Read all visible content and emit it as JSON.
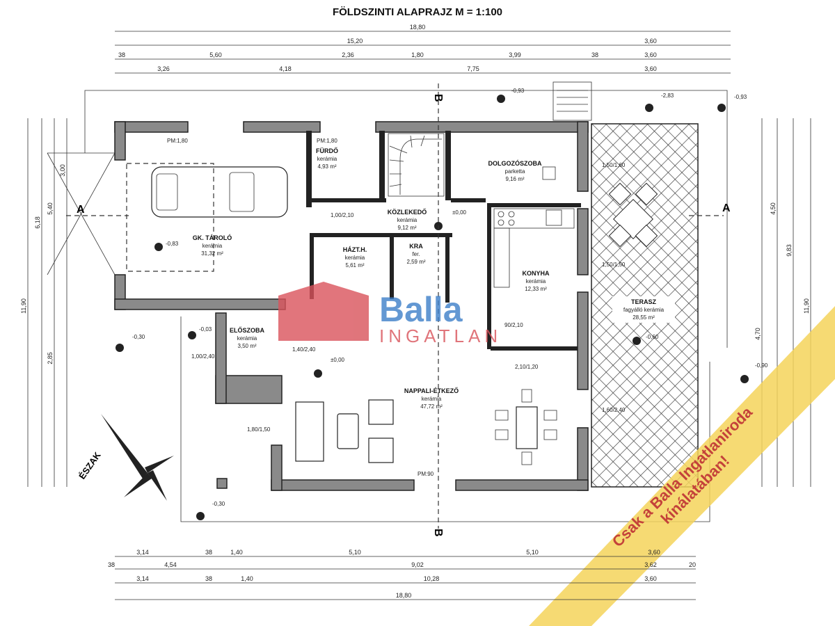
{
  "title": "FÖLDSZINTI ALAPRAJZ M = 1:100",
  "dimensions_top": {
    "row1": [
      "18,80"
    ],
    "row2": [
      "15,20",
      "3,60"
    ],
    "row3": [
      "38",
      "5,60",
      "2,36",
      "1,80",
      "3,99",
      "38",
      "3,60"
    ],
    "row4": [
      "3,26",
      "4,18",
      "7,75",
      "3,60"
    ]
  },
  "dimensions_bottom": {
    "row1": [
      "3,14",
      "38",
      "1,40",
      "5,10",
      "5,10",
      "3,60"
    ],
    "row2": [
      "38",
      "4,54",
      "9,02",
      "3,62",
      "20"
    ],
    "row3": [
      "3,14",
      "38",
      "1,40",
      "10,28",
      "3,60"
    ],
    "row4": [
      "18,80"
    ]
  },
  "dimensions_left": [
    "11,90",
    "6,18",
    "5,40",
    "3,00",
    "2,85"
  ],
  "dimensions_right": [
    "11,90",
    "9,83",
    "4,70",
    "4,50"
  ],
  "rooms": [
    {
      "name": "GK. TÁROLÓ",
      "floor": "kerámia",
      "area": "31,32 m²"
    },
    {
      "name": "FÜRDŐ",
      "floor": "kerámia",
      "area": "4,93 m²"
    },
    {
      "name": "DOLGOZÓSZOBA",
      "floor": "parketta",
      "area": "9,16 m²"
    },
    {
      "name": "KÖZLEKEDŐ",
      "floor": "kerámia",
      "area": "9,12 m²"
    },
    {
      "name": "HÁZT.H.",
      "floor": "kerámia",
      "area": "5,61 m²"
    },
    {
      "name": "KRA",
      "floor": "fer.",
      "area": "2,59 m²"
    },
    {
      "name": "KONYHA",
      "floor": "kerámia",
      "area": "12,33 m²"
    },
    {
      "name": "TERASZ",
      "floor": "fagyálló kerámia",
      "area": "28,55 m²"
    },
    {
      "name": "ELŐSZOBA",
      "floor": "kerámia",
      "area": "3,50 m²"
    },
    {
      "name": "NAPPALI-ÉTKEZŐ",
      "floor": "kerámia",
      "area": "47,72 m²"
    }
  ],
  "levels": [
    "-0,83",
    "±0,00",
    "±0,00",
    "-0,30",
    "-0,30",
    "-0,03",
    "-0,93",
    "-2,83",
    "-0,93",
    "-0,90",
    "-0,60",
    "PM:1,80",
    "PM:1,80",
    "PM:90"
  ],
  "openings": [
    "1,00/2,10",
    "1,00/2,40",
    "1,40/2,40",
    "1,80/1,50",
    "1,50/1,50",
    "1,50/1,60",
    "1,60/2,40",
    "2,10/1,20",
    "90/2,10"
  ],
  "section_marks": [
    "A",
    "A",
    "B",
    "B"
  ],
  "compass_label": "ÉSZAK",
  "watermark": {
    "brand": "Balla",
    "sub": "INGATLAN"
  },
  "banner": {
    "line1": "Csak a Balla Ingatlaniroda",
    "line2": "kínálatában!"
  },
  "colors": {
    "watermark_red": "#d9535b",
    "watermark_blue": "#3d7fc9",
    "banner_yellow": "#f5d35a",
    "banner_text": "#c4423a"
  }
}
